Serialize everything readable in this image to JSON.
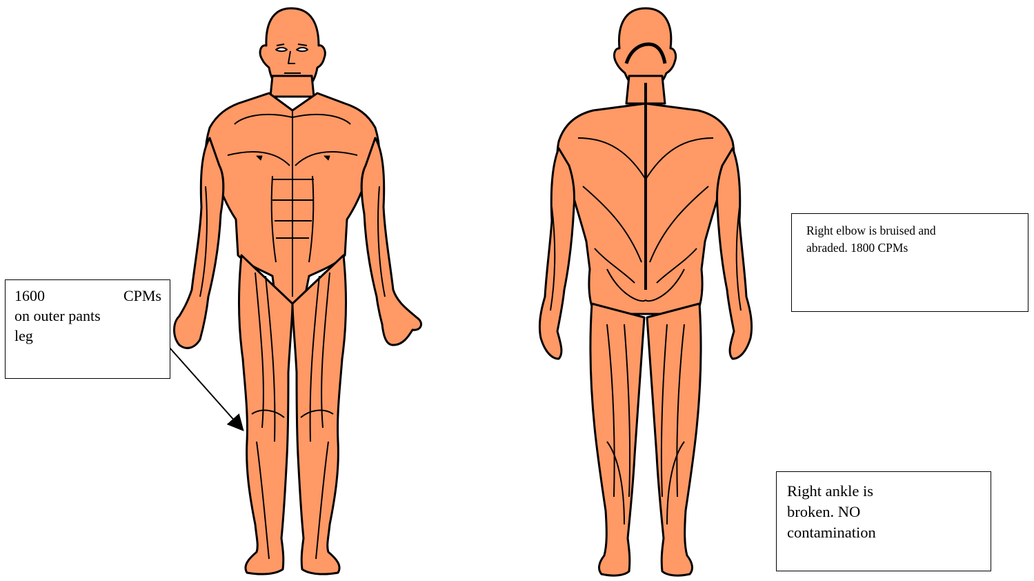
{
  "colors": {
    "skin": "#FF9966",
    "skin_dark": "#E8814F",
    "outline": "#000000",
    "box_bg": "#FFFFFF"
  },
  "figures": {
    "front": {
      "icon": "human-muscle-front-icon"
    },
    "back": {
      "icon": "human-muscle-back-icon"
    }
  },
  "annotations": {
    "outer_pants": {
      "line1_a": "1600",
      "line1_b": "CPMs",
      "line2": "on outer pants",
      "line3": "leg"
    },
    "elbow": {
      "line1": "Right elbow is bruised and",
      "line2": "abraded.  1800 CPMs"
    },
    "ankle": {
      "line1": "Right ankle is",
      "line2": "broken.  NO",
      "line3": "contamination"
    }
  }
}
